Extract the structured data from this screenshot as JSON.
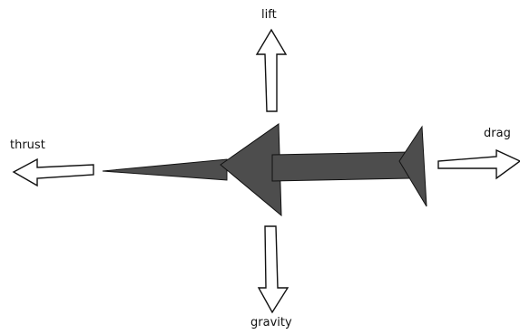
{
  "labels": {
    "lift": "lift",
    "thrust": "thrust",
    "drag": "drag",
    "gravity": "gravity"
  },
  "colors": {
    "aircraft_fill": "#4d4d4d",
    "stroke": "#111111",
    "background": "#ffffff"
  }
}
